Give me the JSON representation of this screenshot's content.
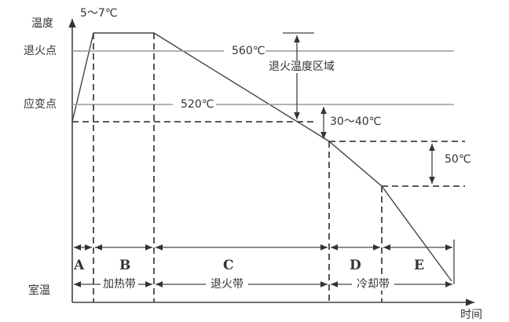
{
  "axes": {
    "y_label": "温度",
    "x_label": "时间",
    "room_temp": "室温"
  },
  "levels": {
    "annealing_point": "退火点",
    "strain_point": "应变点"
  },
  "values": {
    "annealing_temp": "560℃",
    "strain_temp": "520℃",
    "soak_delta": "5～7℃",
    "range_30_40": "30～40℃",
    "range_50": "50℃",
    "annealing_zone": "退火温度区域"
  },
  "sections": [
    "A",
    "B",
    "C",
    "D",
    "E"
  ],
  "bands": {
    "heating": "加热带",
    "annealing": "退火带",
    "cooling": "冷却带"
  }
}
